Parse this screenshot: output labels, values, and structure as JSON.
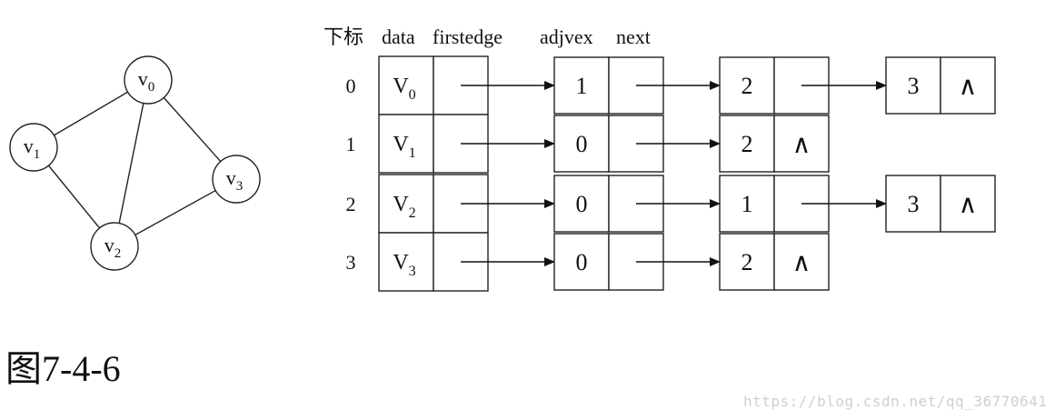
{
  "graph": {
    "vertices": [
      {
        "id": "v0",
        "base": "v",
        "sub": "0"
      },
      {
        "id": "v1",
        "base": "v",
        "sub": "1"
      },
      {
        "id": "v2",
        "base": "v",
        "sub": "2"
      },
      {
        "id": "v3",
        "base": "v",
        "sub": "3"
      }
    ],
    "edges": [
      [
        "v0",
        "v1"
      ],
      [
        "v0",
        "v2"
      ],
      [
        "v0",
        "v3"
      ],
      [
        "v1",
        "v2"
      ],
      [
        "v2",
        "v3"
      ]
    ]
  },
  "table": {
    "headers": {
      "index": "下标",
      "data": "data",
      "firstedge": "firstedge",
      "adjvex": "adjvex",
      "next": "next"
    },
    "null_symbol": "∧",
    "rows": [
      {
        "index": "0",
        "base": "V",
        "sub": "0",
        "adj": [
          "1",
          "2",
          "3"
        ]
      },
      {
        "index": "1",
        "base": "V",
        "sub": "1",
        "adj": [
          "0",
          "2"
        ]
      },
      {
        "index": "2",
        "base": "V",
        "sub": "2",
        "adj": [
          "0",
          "1",
          "3"
        ]
      },
      {
        "index": "3",
        "base": "V",
        "sub": "3",
        "adj": [
          "0",
          "2"
        ]
      }
    ]
  },
  "caption": "图7-4-6",
  "watermark": "https://blog.csdn.net/qq_36770641"
}
